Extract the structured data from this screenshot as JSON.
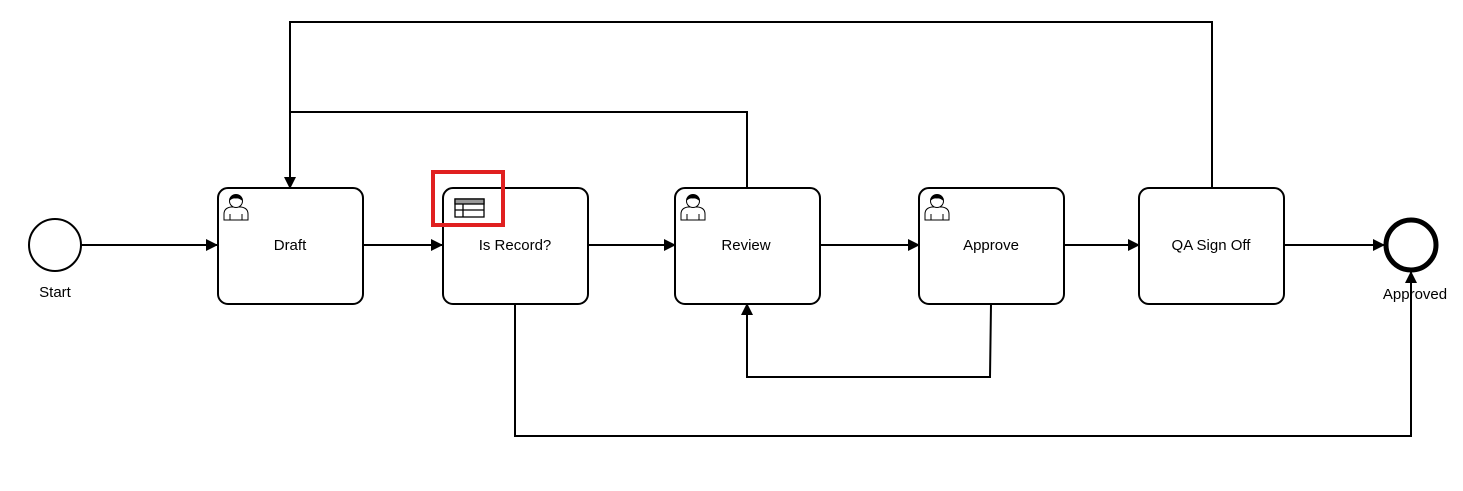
{
  "diagram": {
    "start_event": {
      "label": "Start"
    },
    "end_event": {
      "label": "Approved"
    },
    "tasks": [
      {
        "id": "draft",
        "label": "Draft",
        "type": "user-task",
        "icon": "user-icon"
      },
      {
        "id": "is-record",
        "label": "Is Record?",
        "type": "business-rule-task",
        "icon": "business-rule-table-icon",
        "highlighted": true
      },
      {
        "id": "review",
        "label": "Review",
        "type": "user-task",
        "icon": "user-icon"
      },
      {
        "id": "approve",
        "label": "Approve",
        "type": "user-task",
        "icon": "user-icon"
      },
      {
        "id": "qa-sign-off",
        "label": "QA Sign Off",
        "type": "task"
      }
    ],
    "flows": [
      {
        "from": "start",
        "to": "draft"
      },
      {
        "from": "draft",
        "to": "is-record"
      },
      {
        "from": "is-record",
        "to": "review"
      },
      {
        "from": "review",
        "to": "approve"
      },
      {
        "from": "approve",
        "to": "qa-sign-off"
      },
      {
        "from": "qa-sign-off",
        "to": "end"
      },
      {
        "from": "review",
        "to": "draft"
      },
      {
        "from": "qa-sign-off",
        "to": "draft"
      },
      {
        "from": "approve",
        "to": "review"
      },
      {
        "from": "is-record",
        "to": "end"
      }
    ],
    "highlight_color": "#e02020"
  }
}
